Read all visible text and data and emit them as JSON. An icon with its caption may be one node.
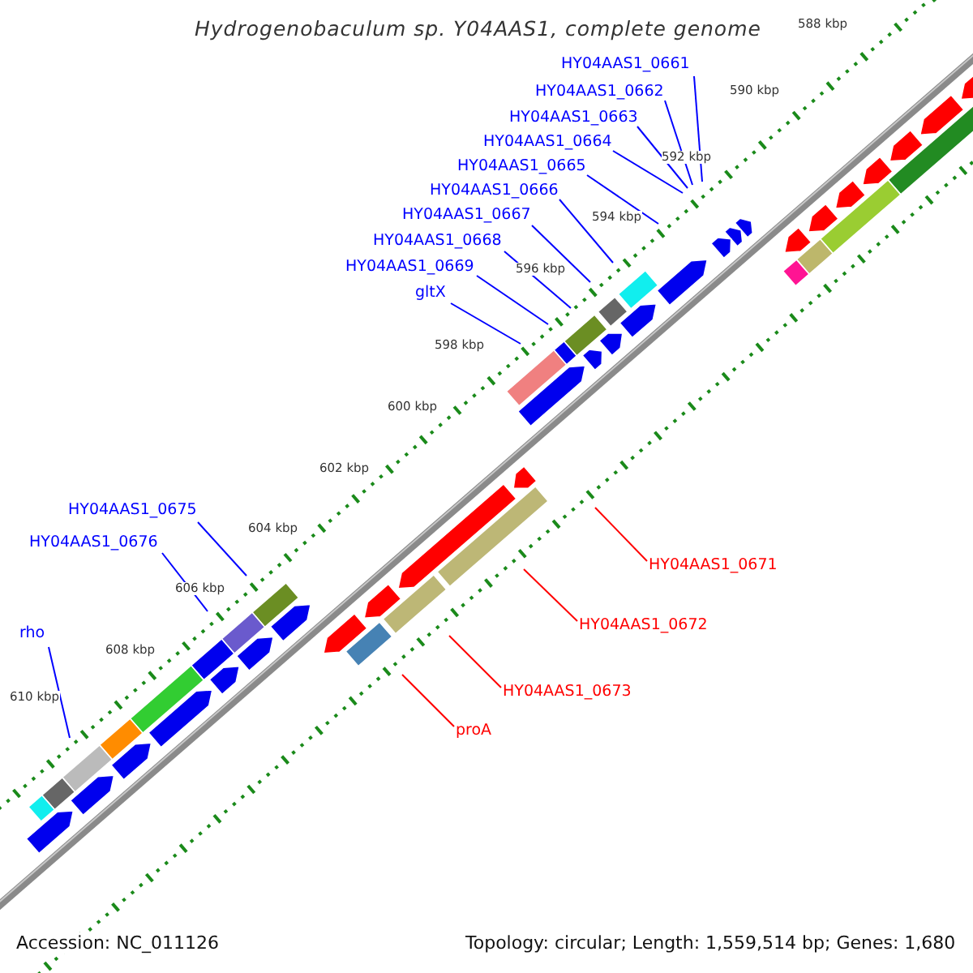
{
  "diagram": {
    "title": "Hydrogenobaculum sp. Y04AAS1, complete genome",
    "nodes": [
      {
        "text": [
          "HY04AAS1_0661"
        ]
      },
      {
        "text": [
          "HY04AAS1_0662"
        ]
      },
      {
        "text": [
          "HY04AAS1_0663"
        ]
      },
      {
        "text": [
          "HY04AAS1_0664"
        ]
      },
      {
        "text": [
          "HY04AAS1_0665"
        ]
      },
      {
        "text": [
          "HY04AAS1_0666"
        ]
      },
      {
        "text": [
          "HY04AAS1_0667"
        ]
      },
      {
        "text": [
          "HY04AAS1_0668"
        ]
      },
      {
        "text": [
          "HY04AAS1_0669"
        ]
      },
      {
        "text": [
          "gltX"
        ]
      },
      {
        "text": [
          "HY04AAS1_0675"
        ]
      },
      {
        "text": [
          "HY04AAS1_0676"
        ]
      },
      {
        "text": [
          "rho"
        ]
      },
      {
        "text": [
          "HY04AAS1_0671"
        ]
      },
      {
        "text": [
          "HY04AAS1_0672"
        ]
      },
      {
        "text": [
          "HY04AAS1_0673"
        ]
      },
      {
        "text": [
          "proA"
        ]
      }
    ],
    "edges": [
      {
        "from": 0,
        "to": null,
        "arrow": "none"
      },
      {
        "from": 1,
        "to": null,
        "arrow": "none"
      },
      {
        "from": 2,
        "to": null,
        "arrow": "none"
      },
      {
        "from": 3,
        "to": null,
        "arrow": "none"
      },
      {
        "from": 4,
        "to": null,
        "arrow": "none"
      },
      {
        "from": 5,
        "to": null,
        "arrow": "none"
      },
      {
        "from": 6,
        "to": null,
        "arrow": "none"
      },
      {
        "from": 7,
        "to": null,
        "arrow": "none"
      },
      {
        "from": 8,
        "to": null,
        "arrow": "none"
      },
      {
        "from": 9,
        "to": null,
        "arrow": "none"
      },
      {
        "from": 10,
        "to": null,
        "arrow": "none"
      },
      {
        "from": 11,
        "to": null,
        "arrow": "none"
      },
      {
        "from": 12,
        "to": null,
        "arrow": "none"
      },
      {
        "from": 13,
        "to": null,
        "arrow": "none",
        "color": "#ff0000"
      },
      {
        "from": 14,
        "to": null,
        "arrow": "none",
        "color": "#ff0000"
      },
      {
        "from": 15,
        "to": null,
        "arrow": "none",
        "color": "#ff0000"
      },
      {
        "from": 16,
        "to": null,
        "arrow": "none",
        "color": "#ff0000"
      }
    ],
    "labels": [
      "588 kbp",
      "590 kbp",
      "592 kbp",
      "594 kbp",
      "596 kbp",
      "598 kbp",
      "600 kbp",
      "602 kbp",
      "604 kbp",
      "606 kbp",
      "608 kbp",
      "610 kbp",
      "Accession: NC_011126",
      "Topology: circular; Length: 1,559,514 bp; Genes: 1,680"
    ]
  }
}
